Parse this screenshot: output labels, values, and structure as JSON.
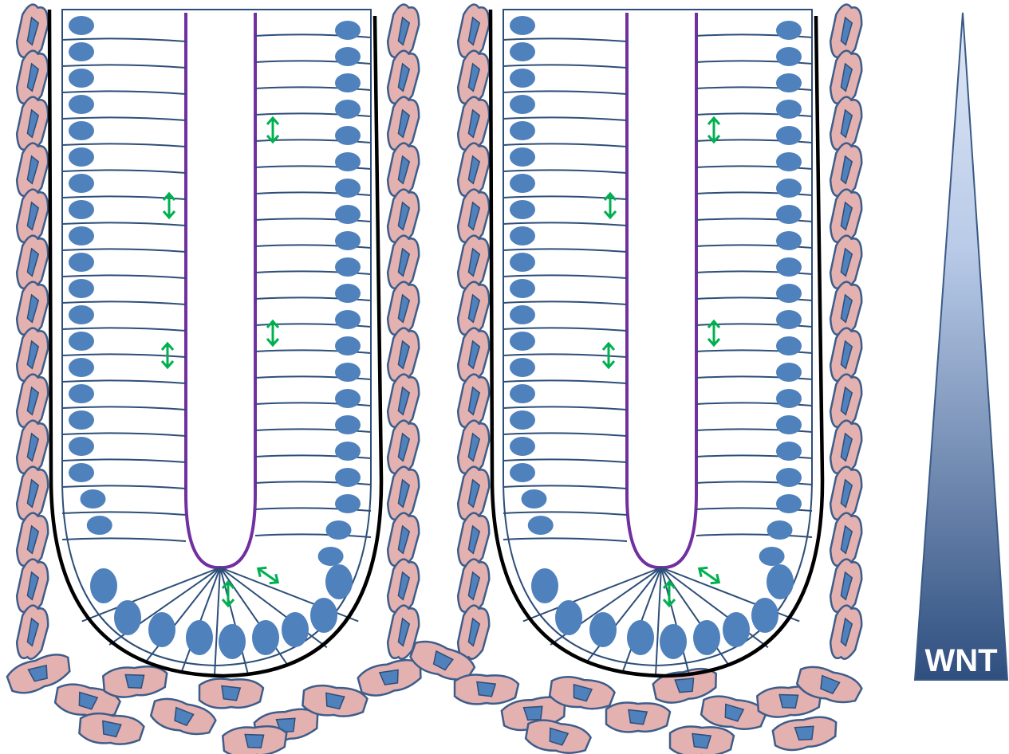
{
  "gradient": {
    "label": "WNT",
    "color_top": "#dfe7f5",
    "color_bottom": "#2f4f7f",
    "outline": "#3a5a86"
  },
  "colors": {
    "nucleus": "#4f81bd",
    "cell_outline": "#2d4e78",
    "stroma_fill": "#e4b1b1",
    "stroma_outline": "#3d5d8a",
    "stroma_nucleus": "#4f81bd",
    "lumen_line": "#7030a0",
    "basement_line": "#000000",
    "arrow": "#00b050"
  },
  "crypts": [
    {
      "name": "crypt-left"
    },
    {
      "name": "crypt-right"
    }
  ]
}
